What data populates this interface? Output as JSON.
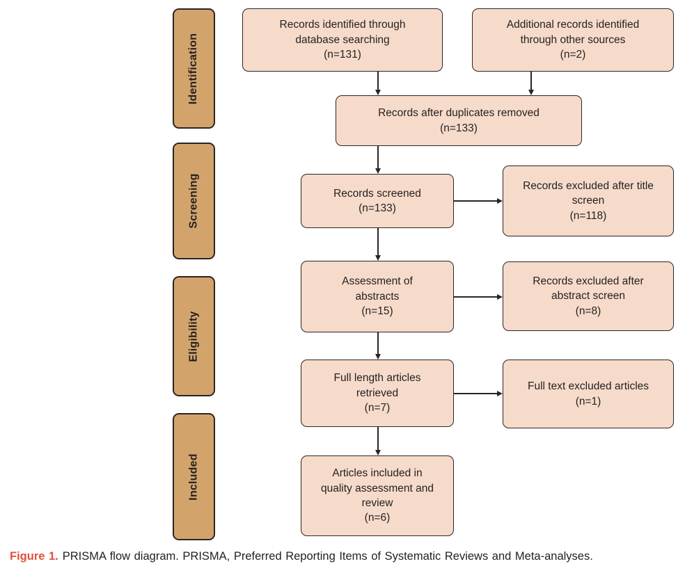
{
  "figure": {
    "type": "prisma-flow-diagram",
    "stages": [
      {
        "id": "identification",
        "label": "Identification"
      },
      {
        "id": "screening",
        "label": "Screening"
      },
      {
        "id": "eligibility",
        "label": "Eligibility"
      },
      {
        "id": "included",
        "label": "Included"
      }
    ],
    "nodes": [
      {
        "id": "db-search",
        "text": "Records identified through\ndatabase searching\n(n=131)"
      },
      {
        "id": "other-sources",
        "text": "Additional records identified\nthrough other sources\n(n=2)"
      },
      {
        "id": "duplicates-removed",
        "text": "Records after duplicates removed\n(n=133)"
      },
      {
        "id": "screened",
        "text": "Records screened\n(n=133)"
      },
      {
        "id": "excluded-title",
        "text": "Records excluded after title\nscreen\n(n=118)"
      },
      {
        "id": "abstract-assessment",
        "text": "Assessment of\nabstracts\n(n=15)"
      },
      {
        "id": "excluded-abstract",
        "text": "Records excluded after\nabstract screen\n(n=8)"
      },
      {
        "id": "full-length-retrieved",
        "text": "Full length articles\nretrieved\n(n=7)"
      },
      {
        "id": "full-text-excluded",
        "text": "Full text excluded articles\n(n=1)"
      },
      {
        "id": "included-review",
        "text": "Articles included in\nquality assessment and\nreview\n(n=6)"
      }
    ],
    "edges": [
      {
        "from": "db-search",
        "to": "duplicates-removed"
      },
      {
        "from": "other-sources",
        "to": "duplicates-removed"
      },
      {
        "from": "duplicates-removed",
        "to": "screened"
      },
      {
        "from": "screened",
        "to": "excluded-title"
      },
      {
        "from": "screened",
        "to": "abstract-assessment"
      },
      {
        "from": "abstract-assessment",
        "to": "excluded-abstract"
      },
      {
        "from": "abstract-assessment",
        "to": "full-length-retrieved"
      },
      {
        "from": "full-length-retrieved",
        "to": "full-text-excluded"
      },
      {
        "from": "full-length-retrieved",
        "to": "included-review"
      }
    ]
  },
  "caption": {
    "label": "Figure 1.",
    "text": "PRISMA flow diagram. PRISMA, Preferred Reporting Items of Systematic Reviews and Meta-analyses."
  },
  "colors": {
    "node_fill": "#f6dbca",
    "node_border": "#2b2422",
    "stage_fill": "#d2a46c",
    "text": "#231f20",
    "figure_label": "#e0503a",
    "background": "#ffffff"
  }
}
